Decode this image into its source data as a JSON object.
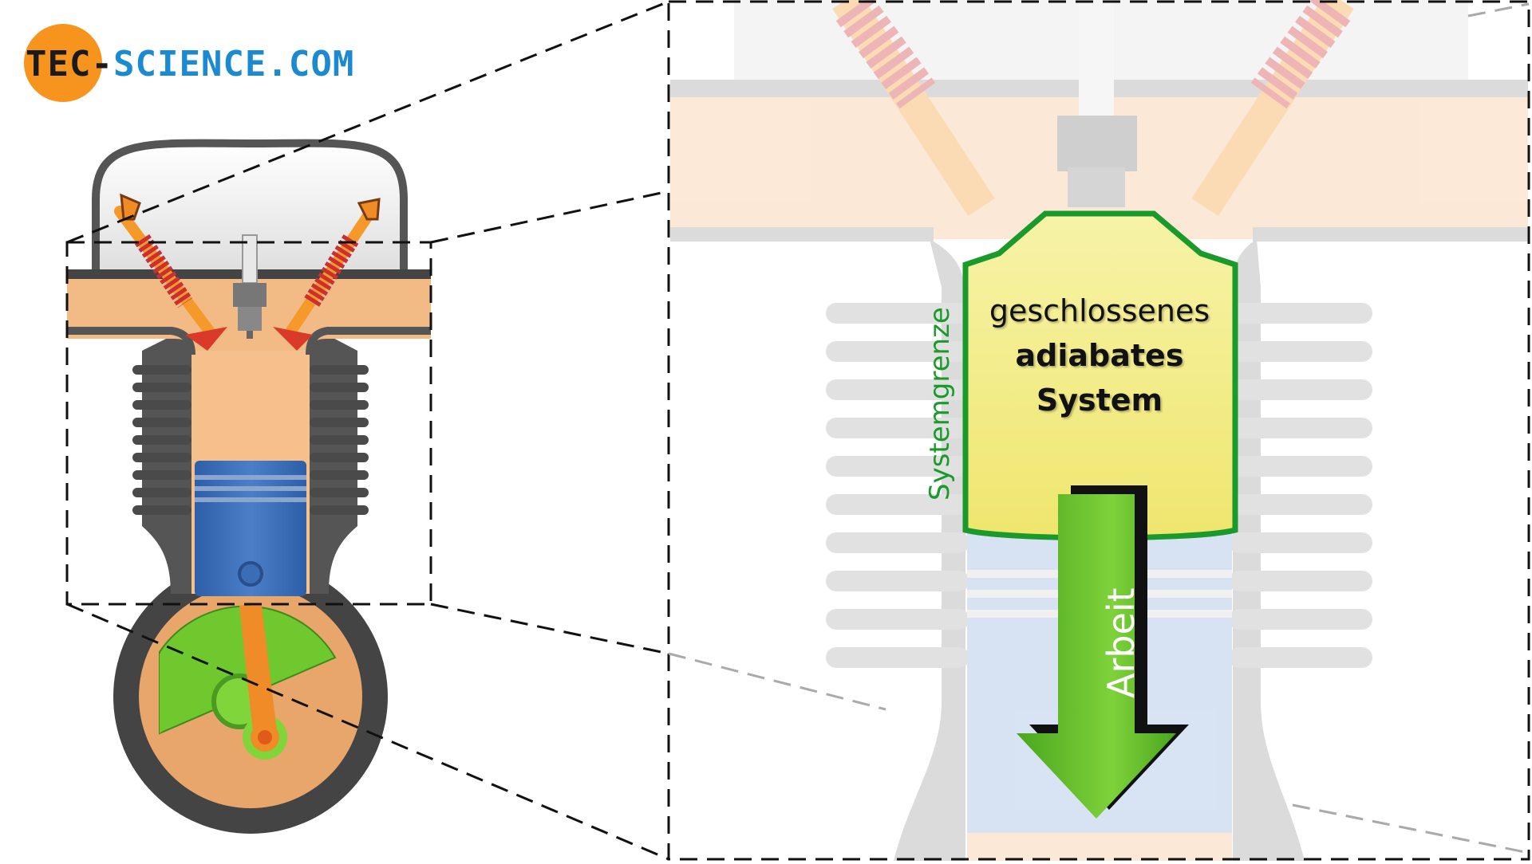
{
  "logo": {
    "text_part1": "TEC-",
    "text_part2": "SCIENCE",
    "text_part3": ".COM",
    "circle_color": "#f7941d",
    "accent_color": "#1c8ad0"
  },
  "labels": {
    "system_line1": "geschlossenes",
    "system_line2": "adiabates",
    "system_line3": "System",
    "boundary": "Systemgrenze",
    "work": "Arbeit"
  },
  "colors": {
    "system_fill": "#f4ee8a",
    "system_border": "#1a9a2a",
    "arrow": "#5cb82a",
    "piston": "#3a6db5",
    "gas": "#f5c08c",
    "crank_disc": "#6ec82e",
    "rod": "#f08c28",
    "valve_spring": "#cc2f2f"
  }
}
